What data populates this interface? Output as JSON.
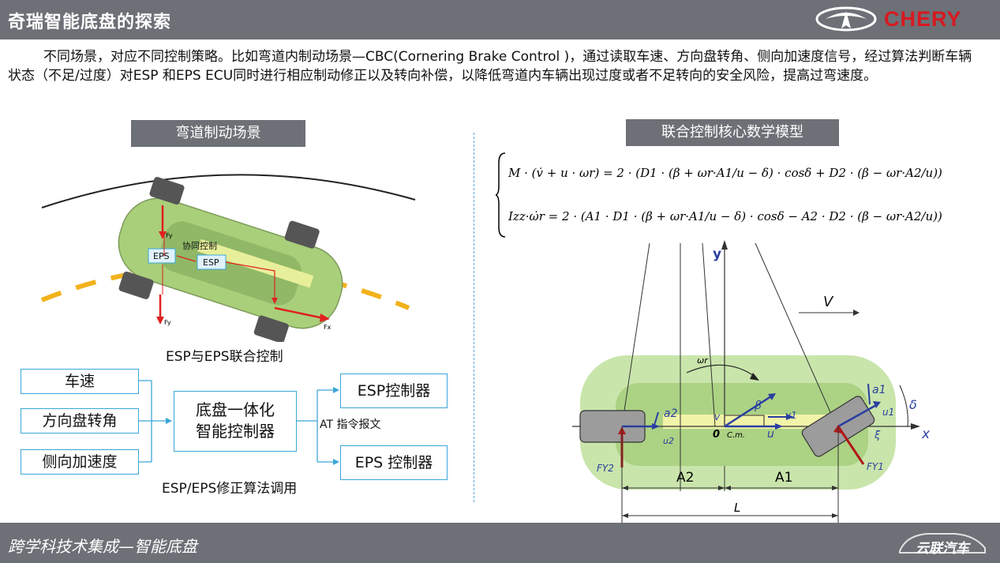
{
  "header": {
    "title": "奇瑞智能底盘的探索",
    "brand": "CHERY",
    "colors": {
      "bar": "#6d7076",
      "brand": "#d71920"
    }
  },
  "intro": "不同场景，对应不同控制策略。比如弯道内制动场景—CBC(Cornering Brake Control )，通过读取车速、方向盘转角、侧向加速度信号，经过算法判断车辆状态（不足/过度）对ESP 和EPS ECU同时进行相应制动修正以及转向补偿，以降低弯道内车辆出现过度或者不足转向的安全风险，提高过弯速度。",
  "left": {
    "section_label": "弯道制动场景",
    "car_labels": {
      "coop": "协同控制",
      "eps": "EPS",
      "esp": "ESP",
      "fy": "Fy",
      "fx": "Fx"
    },
    "car_caption": "ESP与EPS联合控制",
    "inputs": [
      "车速",
      "方向盘转角",
      "侧向加速度"
    ],
    "controller": [
      "底盘一体化",
      "智能控制器"
    ],
    "at_label": "AT 指令报文",
    "outputs": [
      "ESP控制器",
      "EPS 控制器"
    ],
    "flow_caption": "ESP/EPS修正算法调用"
  },
  "right": {
    "section_label": "联合控制核心数学模型",
    "formula_1": "M · (v̇ + u · ωr) = 2 · (D1 · (β + ωr·A1/u − δ) · cosδ + D2 · (β − ωr·A2/u))",
    "formula_2": "Izz·ω̇r = 2 · (A1 · D1 · (β + ωr·A1/u − δ) · cosδ − A2 · D2 · (β − ωr·A2/u))",
    "diagram_labels": {
      "y": "y",
      "x": "x",
      "V": "V",
      "omega": "ωr",
      "v": "v",
      "v1": "v1",
      "beta": "β",
      "zero": "0",
      "cm": "C.m.",
      "u": "u",
      "u1": "u1",
      "u2": "u2",
      "a1": "a1",
      "a2": "a2",
      "xi": "ξ",
      "delta": "δ",
      "fy1": "FY1",
      "fy2": "FY2",
      "A1": "A1",
      "A2": "A2",
      "L": "L"
    }
  },
  "footer": {
    "title": "跨学科技术集成—智能底盘",
    "watermark": "云联汽车"
  }
}
